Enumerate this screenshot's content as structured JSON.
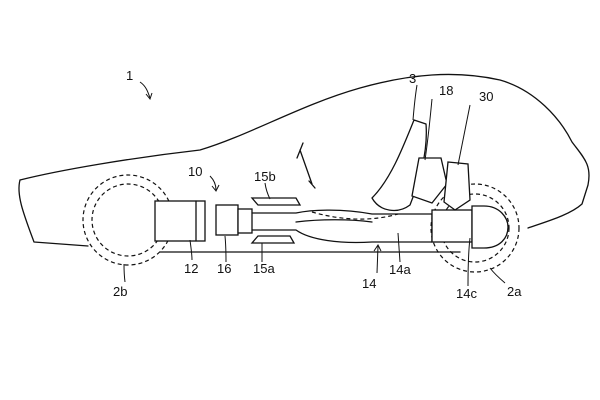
{
  "labels": {
    "vehicle": "1",
    "seat": "3",
    "drive_unit": "10",
    "engine": "12",
    "transmission": "16",
    "tunnel_part_upper": "15b",
    "tunnel_part_lower": "15a",
    "shaft_assembly": "14",
    "shaft": "14a",
    "rear_unit": "14c",
    "rear_component_upper": "18",
    "rear_component": "30",
    "rear_wheel": "2a",
    "front_wheel": "2b"
  }
}
